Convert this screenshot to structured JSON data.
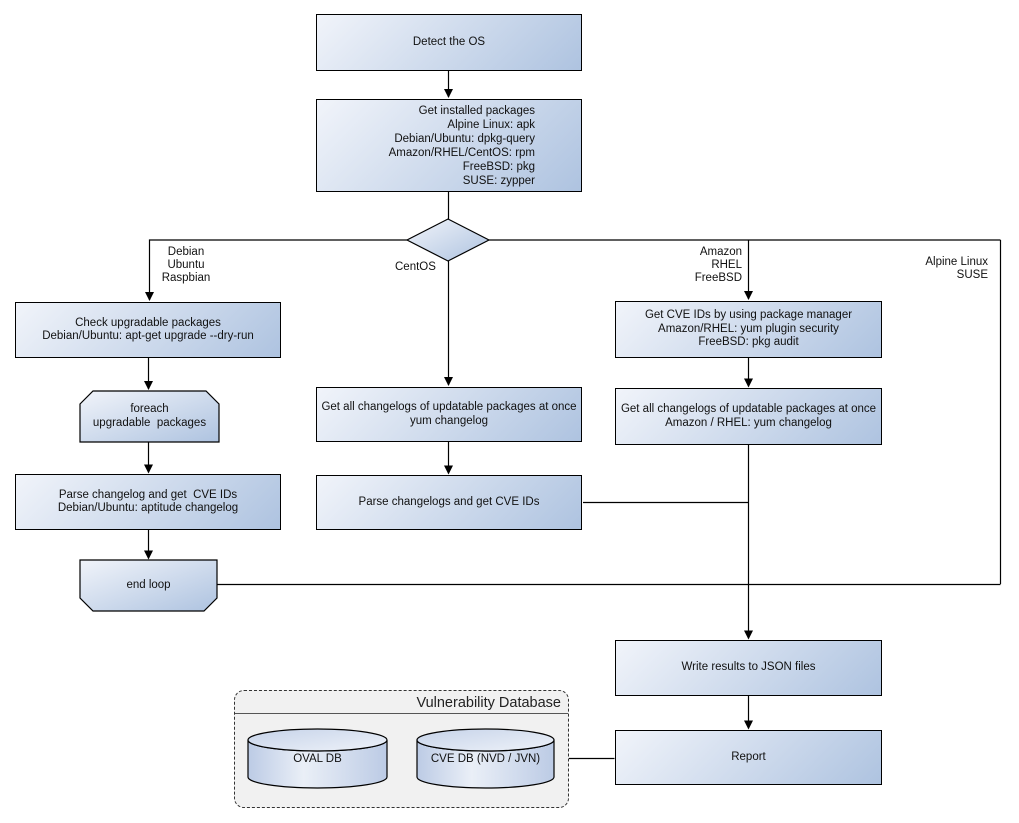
{
  "colors": {
    "canvas_bg": "#ffffff",
    "node_border": "#000000",
    "node_fill_light": "#f1f4fa",
    "node_fill_dark": "#aec3e0",
    "text": "#111111",
    "container_fill": "#f1f1f1",
    "container_border": "#333333"
  },
  "nodes": {
    "detect_os": "Detect the OS",
    "get_installed_packages": "Get installed packages\nAlpine Linux: apk\nDebian/Ubuntu: dpkg-query\nAmazon/RHEL/CentOS: rpm\nFreeBSD: pkg\nSUSE: zypper",
    "check_upgradable": "Check upgradable packages\nDebian/Ubuntu: apt-get upgrade --dry-run",
    "foreach_loop": "foreach\nupgradable  packages",
    "parse_changelog_left": "Parse changelog and get  CVE IDs\nDebian/Ubuntu: aptitude changelog",
    "end_loop": "end loop",
    "get_changelogs_centos": "Get all changelogs of updatable packages at once\nyum changelog",
    "parse_changelogs_centos": "Parse changelogs and get CVE IDs",
    "get_cve_ids_pkg_manager": "Get CVE IDs by using package manager\nAmazon/RHEL: yum plugin security\nFreeBSD: pkg audit",
    "get_changelogs_amazon": "Get all changelogs of updatable packages at once\nAmazon / RHEL: yum changelog",
    "write_results": "Write results to JSON files",
    "report": "Report"
  },
  "edge_labels": {
    "left_branch": "Debian\nUbuntu\nRaspbian",
    "centos_branch": "CentOS",
    "amazon_branch": "Amazon\nRHEL\nFreeBSD",
    "alpine_branch": "Alpine Linux\nSUSE"
  },
  "database": {
    "title": "Vulnerability Database",
    "cylinders": {
      "oval": "OVAL DB",
      "cve": "CVE DB (NVD / JVN)"
    }
  }
}
